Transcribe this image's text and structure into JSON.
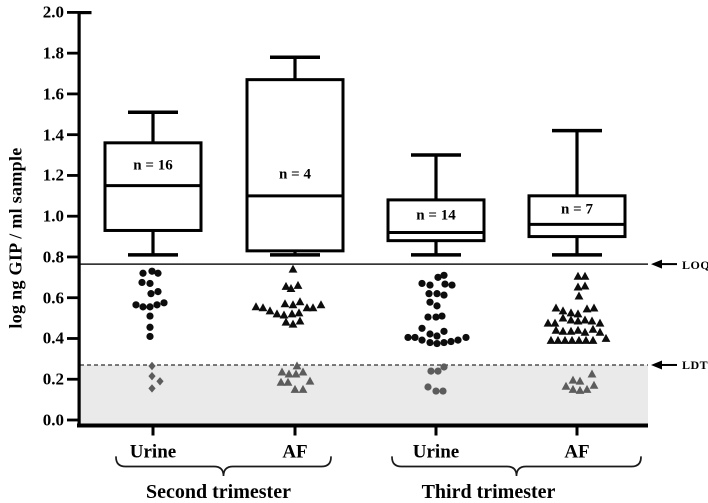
{
  "colors": {
    "black": "#0d0d0d",
    "gray_point": "#5c5c5c",
    "shaded_band": "#eaeaea",
    "axis": "#000000",
    "dashed_line": "#2e2e2e",
    "solid_line": "#1a1a1a"
  },
  "chart_data": {
    "type": "boxplot+scatter",
    "title": "",
    "xlabel": "",
    "ylabel": "log ng GIP / ml sample",
    "ylim": [
      0.0,
      2.0
    ],
    "ytick_step": 0.2,
    "y_tick_labels": [
      "0.0",
      "0.2",
      "0.4",
      "0.6",
      "0.8",
      "1.0",
      "1.2",
      "1.4",
      "1.6",
      "1.8",
      "2.0"
    ],
    "grid": false,
    "legend": "none",
    "reference_lines": [
      {
        "label": "LOQ",
        "value": 0.765,
        "style": "solid"
      },
      {
        "label": "LDT",
        "value": 0.27,
        "style": "dashed"
      }
    ],
    "shaded_region": {
      "from": 0.0,
      "to": 0.27
    },
    "trimesters": [
      {
        "label": "Second trimester",
        "group_indexes": [
          0,
          1
        ]
      },
      {
        "label": "Third trimester",
        "group_indexes": [
          2,
          3
        ]
      }
    ],
    "groups": [
      {
        "label": "Urine",
        "trimester": "Second trimester",
        "n": 16,
        "n_label": "n = 16",
        "n_label_at_value": 1.245,
        "marker": "circle",
        "gray_marker": "diamond",
        "box": {
          "whisker_low": 0.81,
          "q1": 0.93,
          "median": 1.15,
          "q3": 1.36,
          "whisker_high": 1.51
        },
        "points_below_loq": [
          [
            -10,
            0.72
          ],
          [
            -1,
            0.73
          ],
          [
            5,
            0.72
          ],
          [
            -11,
            0.675
          ],
          [
            -3,
            0.67
          ],
          [
            -2,
            0.62
          ],
          [
            5,
            0.63
          ],
          [
            -17,
            0.565
          ],
          [
            -10,
            0.555
          ],
          [
            -3,
            0.555
          ],
          [
            4,
            0.565
          ],
          [
            11,
            0.575
          ],
          [
            -3,
            0.51
          ],
          [
            -3,
            0.455
          ],
          [
            -3,
            0.41
          ]
        ],
        "points_below_ldt": [
          [
            -1,
            0.265
          ],
          [
            -1,
            0.215
          ],
          [
            7,
            0.19
          ],
          [
            -1,
            0.155
          ]
        ]
      },
      {
        "label": "AF",
        "trimester": "Second trimester",
        "n": 4,
        "n_label": "n = 4",
        "n_label_at_value": 1.2,
        "marker": "triangle",
        "gray_marker": "triangle",
        "box": {
          "whisker_low": 0.81,
          "q1": 0.83,
          "median": 1.1,
          "q3": 1.67,
          "whisker_high": 1.78
        },
        "points_below_loq": [
          [
            -2,
            0.74
          ],
          [
            -9,
            0.655
          ],
          [
            -4,
            0.645
          ],
          [
            3,
            0.66
          ],
          [
            -39,
            0.555
          ],
          [
            -32,
            0.55
          ],
          [
            -25,
            0.535
          ],
          [
            -18,
            0.52
          ],
          [
            -10,
            0.57
          ],
          [
            -2,
            0.565
          ],
          [
            5,
            0.58
          ],
          [
            -11,
            0.515
          ],
          [
            -3,
            0.52
          ],
          [
            4,
            0.525
          ],
          [
            12,
            0.55
          ],
          [
            18,
            0.55
          ],
          [
            26,
            0.565
          ],
          [
            -9,
            0.48
          ],
          [
            -2,
            0.47
          ],
          [
            5,
            0.485
          ]
        ],
        "points_below_ldt": [
          [
            2,
            0.265
          ],
          [
            -13,
            0.235
          ],
          [
            -6,
            0.225
          ],
          [
            1,
            0.225
          ],
          [
            8,
            0.235
          ],
          [
            -14,
            0.185
          ],
          [
            -7,
            0.185
          ],
          [
            15,
            0.19
          ],
          [
            0,
            0.15
          ],
          [
            8,
            0.15
          ]
        ]
      },
      {
        "label": "Urine",
        "trimester": "Third trimester",
        "n": 14,
        "n_label": "n = 14",
        "n_label_at_value": 1.0,
        "marker": "circle",
        "gray_marker": "circle",
        "box": {
          "whisker_low": 0.81,
          "q1": 0.88,
          "median": 0.92,
          "q3": 1.08,
          "whisker_high": 1.3
        },
        "points_below_loq": [
          [
            2,
            0.7
          ],
          [
            8,
            0.71
          ],
          [
            -14,
            0.67
          ],
          [
            -6,
            0.662
          ],
          [
            9,
            0.667
          ],
          [
            16,
            0.662
          ],
          [
            -7,
            0.62
          ],
          [
            1,
            0.62
          ],
          [
            8,
            0.613
          ],
          [
            -6,
            0.578
          ],
          [
            1,
            0.56
          ],
          [
            -8,
            0.505
          ],
          [
            0,
            0.505
          ],
          [
            6,
            0.51
          ],
          [
            -14,
            0.45
          ],
          [
            -6,
            0.422
          ],
          [
            1,
            0.412
          ],
          [
            8,
            0.435
          ],
          [
            -28,
            0.405
          ],
          [
            -21,
            0.405
          ],
          [
            -14,
            0.392
          ],
          [
            -6,
            0.38
          ],
          [
            1,
            0.375
          ],
          [
            8,
            0.38
          ],
          [
            15,
            0.385
          ],
          [
            22,
            0.392
          ],
          [
            30,
            0.405
          ]
        ],
        "points_below_ldt": [
          [
            -5,
            0.24
          ],
          [
            2,
            0.24
          ],
          [
            8,
            0.26
          ],
          [
            -8,
            0.162
          ],
          [
            0,
            0.142
          ],
          [
            7,
            0.142
          ]
        ]
      },
      {
        "label": "AF",
        "trimester": "Third trimester",
        "n": 7,
        "n_label": "n = 7",
        "n_label_at_value": 1.03,
        "marker": "triangle",
        "gray_marker": "triangle",
        "box": {
          "whisker_low": 0.81,
          "q1": 0.9,
          "median": 0.96,
          "q3": 1.1,
          "whisker_high": 1.42
        },
        "points_below_loq": [
          [
            1,
            0.705
          ],
          [
            8,
            0.705
          ],
          [
            1,
            0.652
          ],
          [
            8,
            0.657
          ],
          [
            2,
            0.608
          ],
          [
            -21,
            0.549
          ],
          [
            -14,
            0.535
          ],
          [
            -6,
            0.525
          ],
          [
            1,
            0.52
          ],
          [
            10,
            0.545
          ],
          [
            17,
            0.549
          ],
          [
            -29,
            0.475
          ],
          [
            -22,
            0.475
          ],
          [
            -14,
            0.5
          ],
          [
            -6,
            0.49
          ],
          [
            1,
            0.485
          ],
          [
            8,
            0.49
          ],
          [
            15,
            0.485
          ],
          [
            23,
            0.475
          ],
          [
            -21,
            0.44
          ],
          [
            -14,
            0.435
          ],
          [
            -6,
            0.435
          ],
          [
            1,
            0.44
          ],
          [
            8,
            0.43
          ],
          [
            16,
            0.445
          ],
          [
            23,
            0.43
          ],
          [
            -26,
            0.39
          ],
          [
            -19,
            0.39
          ],
          [
            -12,
            0.39
          ],
          [
            -5,
            0.39
          ],
          [
            2,
            0.39
          ],
          [
            9,
            0.39
          ],
          [
            16,
            0.39
          ],
          [
            29,
            0.4
          ]
        ],
        "points_below_ldt": [
          [
            15,
            0.225
          ],
          [
            -4,
            0.195
          ],
          [
            3,
            0.19
          ],
          [
            -11,
            0.165
          ],
          [
            -4,
            0.15
          ],
          [
            3,
            0.145
          ],
          [
            10,
            0.15
          ],
          [
            17,
            0.17
          ]
        ]
      }
    ]
  }
}
